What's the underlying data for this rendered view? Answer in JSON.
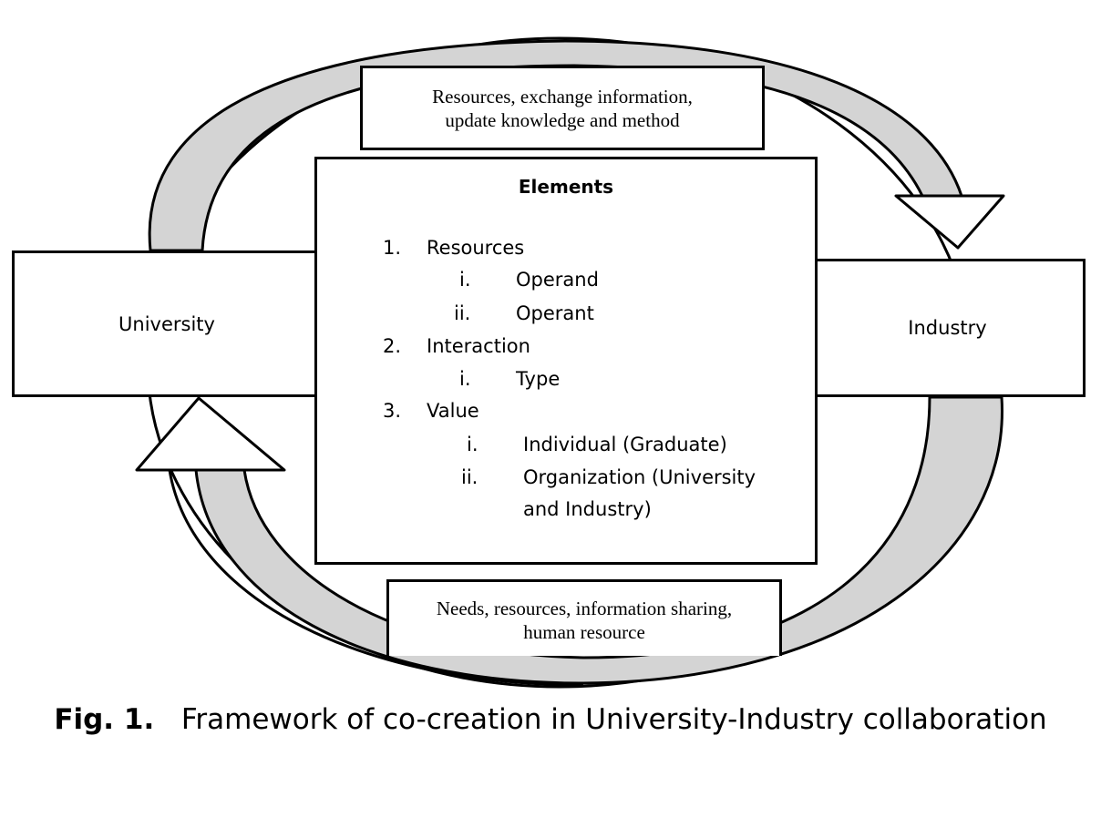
{
  "diagram": {
    "top_note": {
      "line1": "Resources, exchange information,",
      "line2": "update knowledge and method"
    },
    "bottom_note": {
      "line1": "Needs, resources, information sharing,",
      "line2": "human resource"
    },
    "left_node": "University",
    "right_node": "Industry",
    "elements": {
      "title": "Elements",
      "items": [
        {
          "number": "1.",
          "label": "Resources",
          "subitems": [
            {
              "number": "i.",
              "label": "Operand"
            },
            {
              "number": "ii.",
              "label": "Operant"
            }
          ]
        },
        {
          "number": "2.",
          "label": "Interaction",
          "subitems": [
            {
              "number": "i.",
              "label": "Type"
            }
          ]
        },
        {
          "number": "3.",
          "label": "Value",
          "subitems": [
            {
              "number": "i.",
              "label": "Individual (Graduate)"
            },
            {
              "number": "ii.",
              "label": "Organization (University",
              "label_cont": "and Industry)"
            }
          ]
        }
      ]
    },
    "colors": {
      "arrow_fill": "#d4d4d4",
      "outline": "#000000",
      "background": "#ffffff"
    }
  },
  "caption": {
    "label": "Fig. 1.",
    "text": "Framework of co-creation in University-Industry collaboration"
  }
}
